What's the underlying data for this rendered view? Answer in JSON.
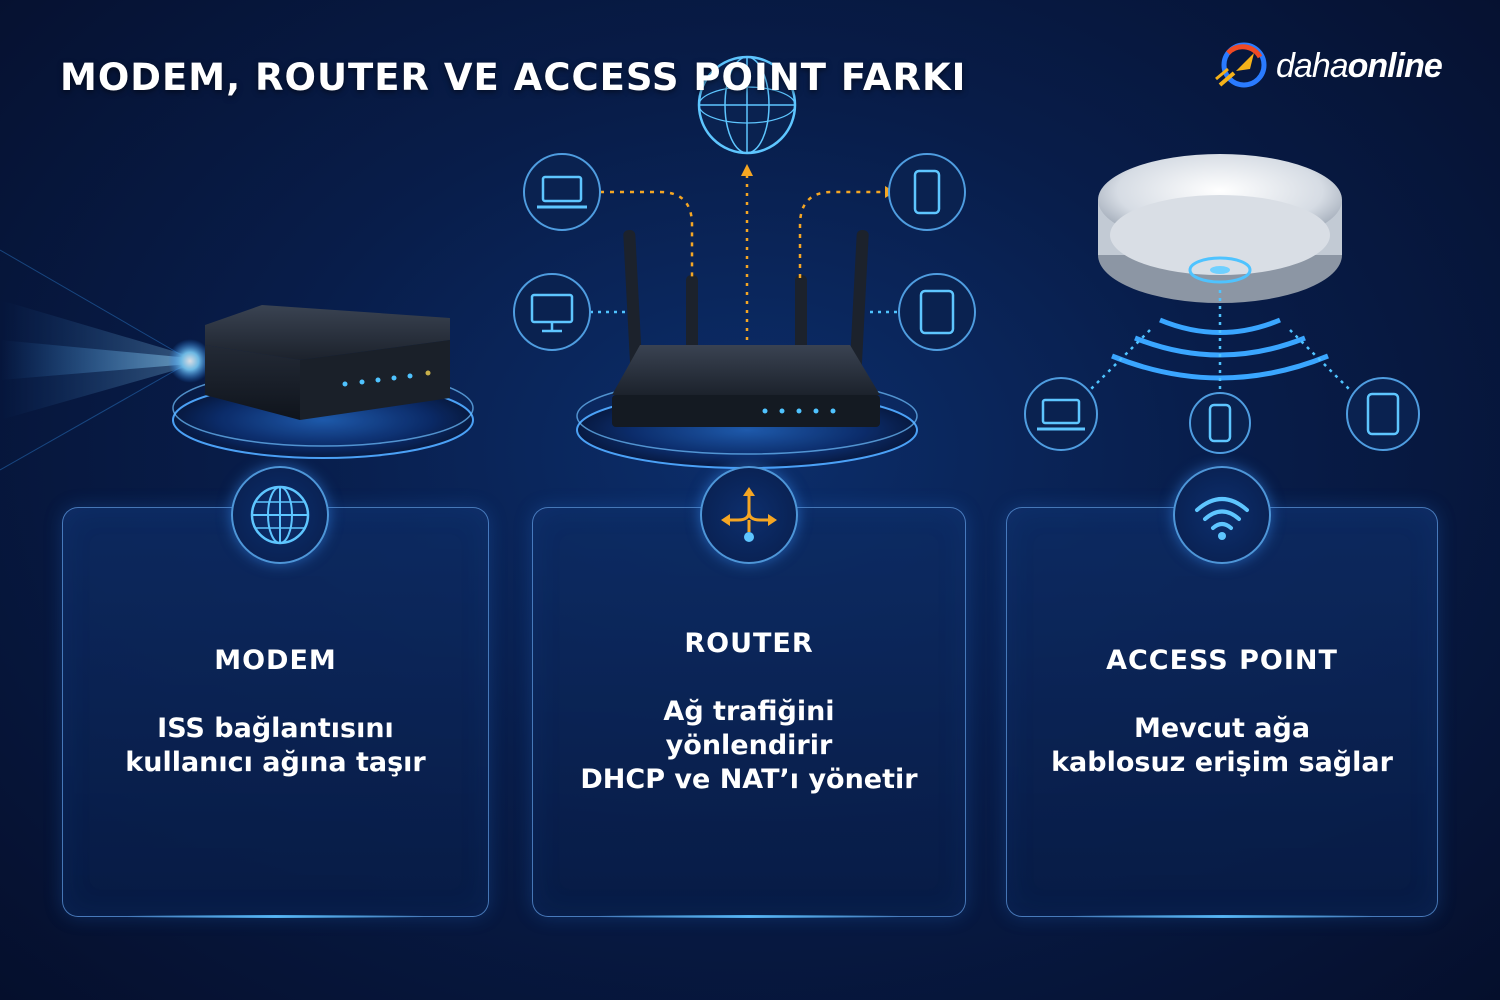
{
  "title": "MODEM, ROUTER VE ACCESS POINT FARKI",
  "logo": {
    "light": "daha",
    "bold": "online"
  },
  "colors": {
    "background": "#081d4a",
    "accent_blue": "#4fc3ff",
    "accent_orange": "#f5a623",
    "card_border": "#5c96dc",
    "text": "#ffffff"
  },
  "cards": [
    {
      "icon": "globe-icon",
      "title": "MODEM",
      "lines": [
        "ISS bağlantısını",
        "kullanıcı ağına taşır"
      ]
    },
    {
      "icon": "routing-arrows-icon",
      "title": "ROUTER",
      "lines": [
        "Ağ trafiğini",
        "yönlendirir",
        "DHCP ve NAT’ı yönetir"
      ]
    },
    {
      "icon": "wifi-icon",
      "title": "ACCESS POINT",
      "lines": [
        "Mevcut ağa",
        "kablosuz erişim sağlar"
      ]
    }
  ]
}
